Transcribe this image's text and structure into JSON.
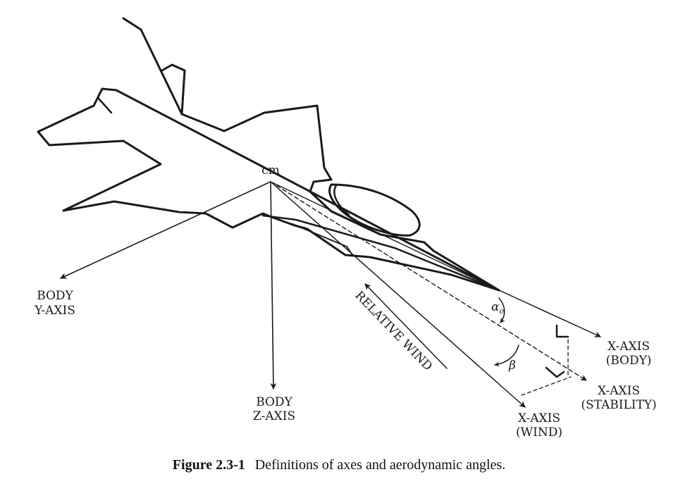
{
  "labels": {
    "cm": "cm",
    "body_y_line1": "BODY",
    "body_y_line2": "Y-AXIS",
    "body_z_line1": "BODY",
    "body_z_line2": "Z-AXIS",
    "relative_wind": "RELATIVE WIND",
    "x_body_line1": "X-AXIS",
    "x_body_line2": "(BODY)",
    "x_stability_line1": "X-AXIS",
    "x_stability_line2": "(STABILITY)",
    "x_wind_line1": "X-AXIS",
    "x_wind_line2": "(WIND)",
    "alpha": "α",
    "alpha_sub": "o",
    "beta": "β"
  },
  "caption": {
    "number": "Figure 2.3-1",
    "text": "Definitions of axes and aerodynamic angles."
  }
}
